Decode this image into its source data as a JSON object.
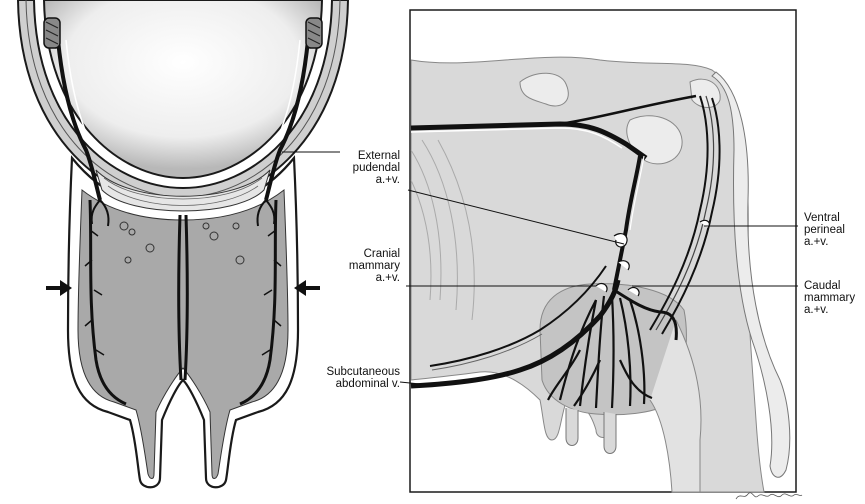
{
  "labels": {
    "external_pudendal": "External\npudendal\na.+v.",
    "cranial_mammary": "Cranial\nmammary\na.+v.",
    "subcutaneous_abdominal": "Subcutaneous\nabdominal v.",
    "ventral_perineal": "Ventral\nperineal\na.+v.",
    "caudal_mammary": "Caudal\nmammary\na.+v."
  },
  "colors": {
    "udder_fill": "#a9a9a9",
    "body_fill": "#d9d9d9",
    "vessel": "#111111",
    "outline": "#1a1a1a"
  }
}
